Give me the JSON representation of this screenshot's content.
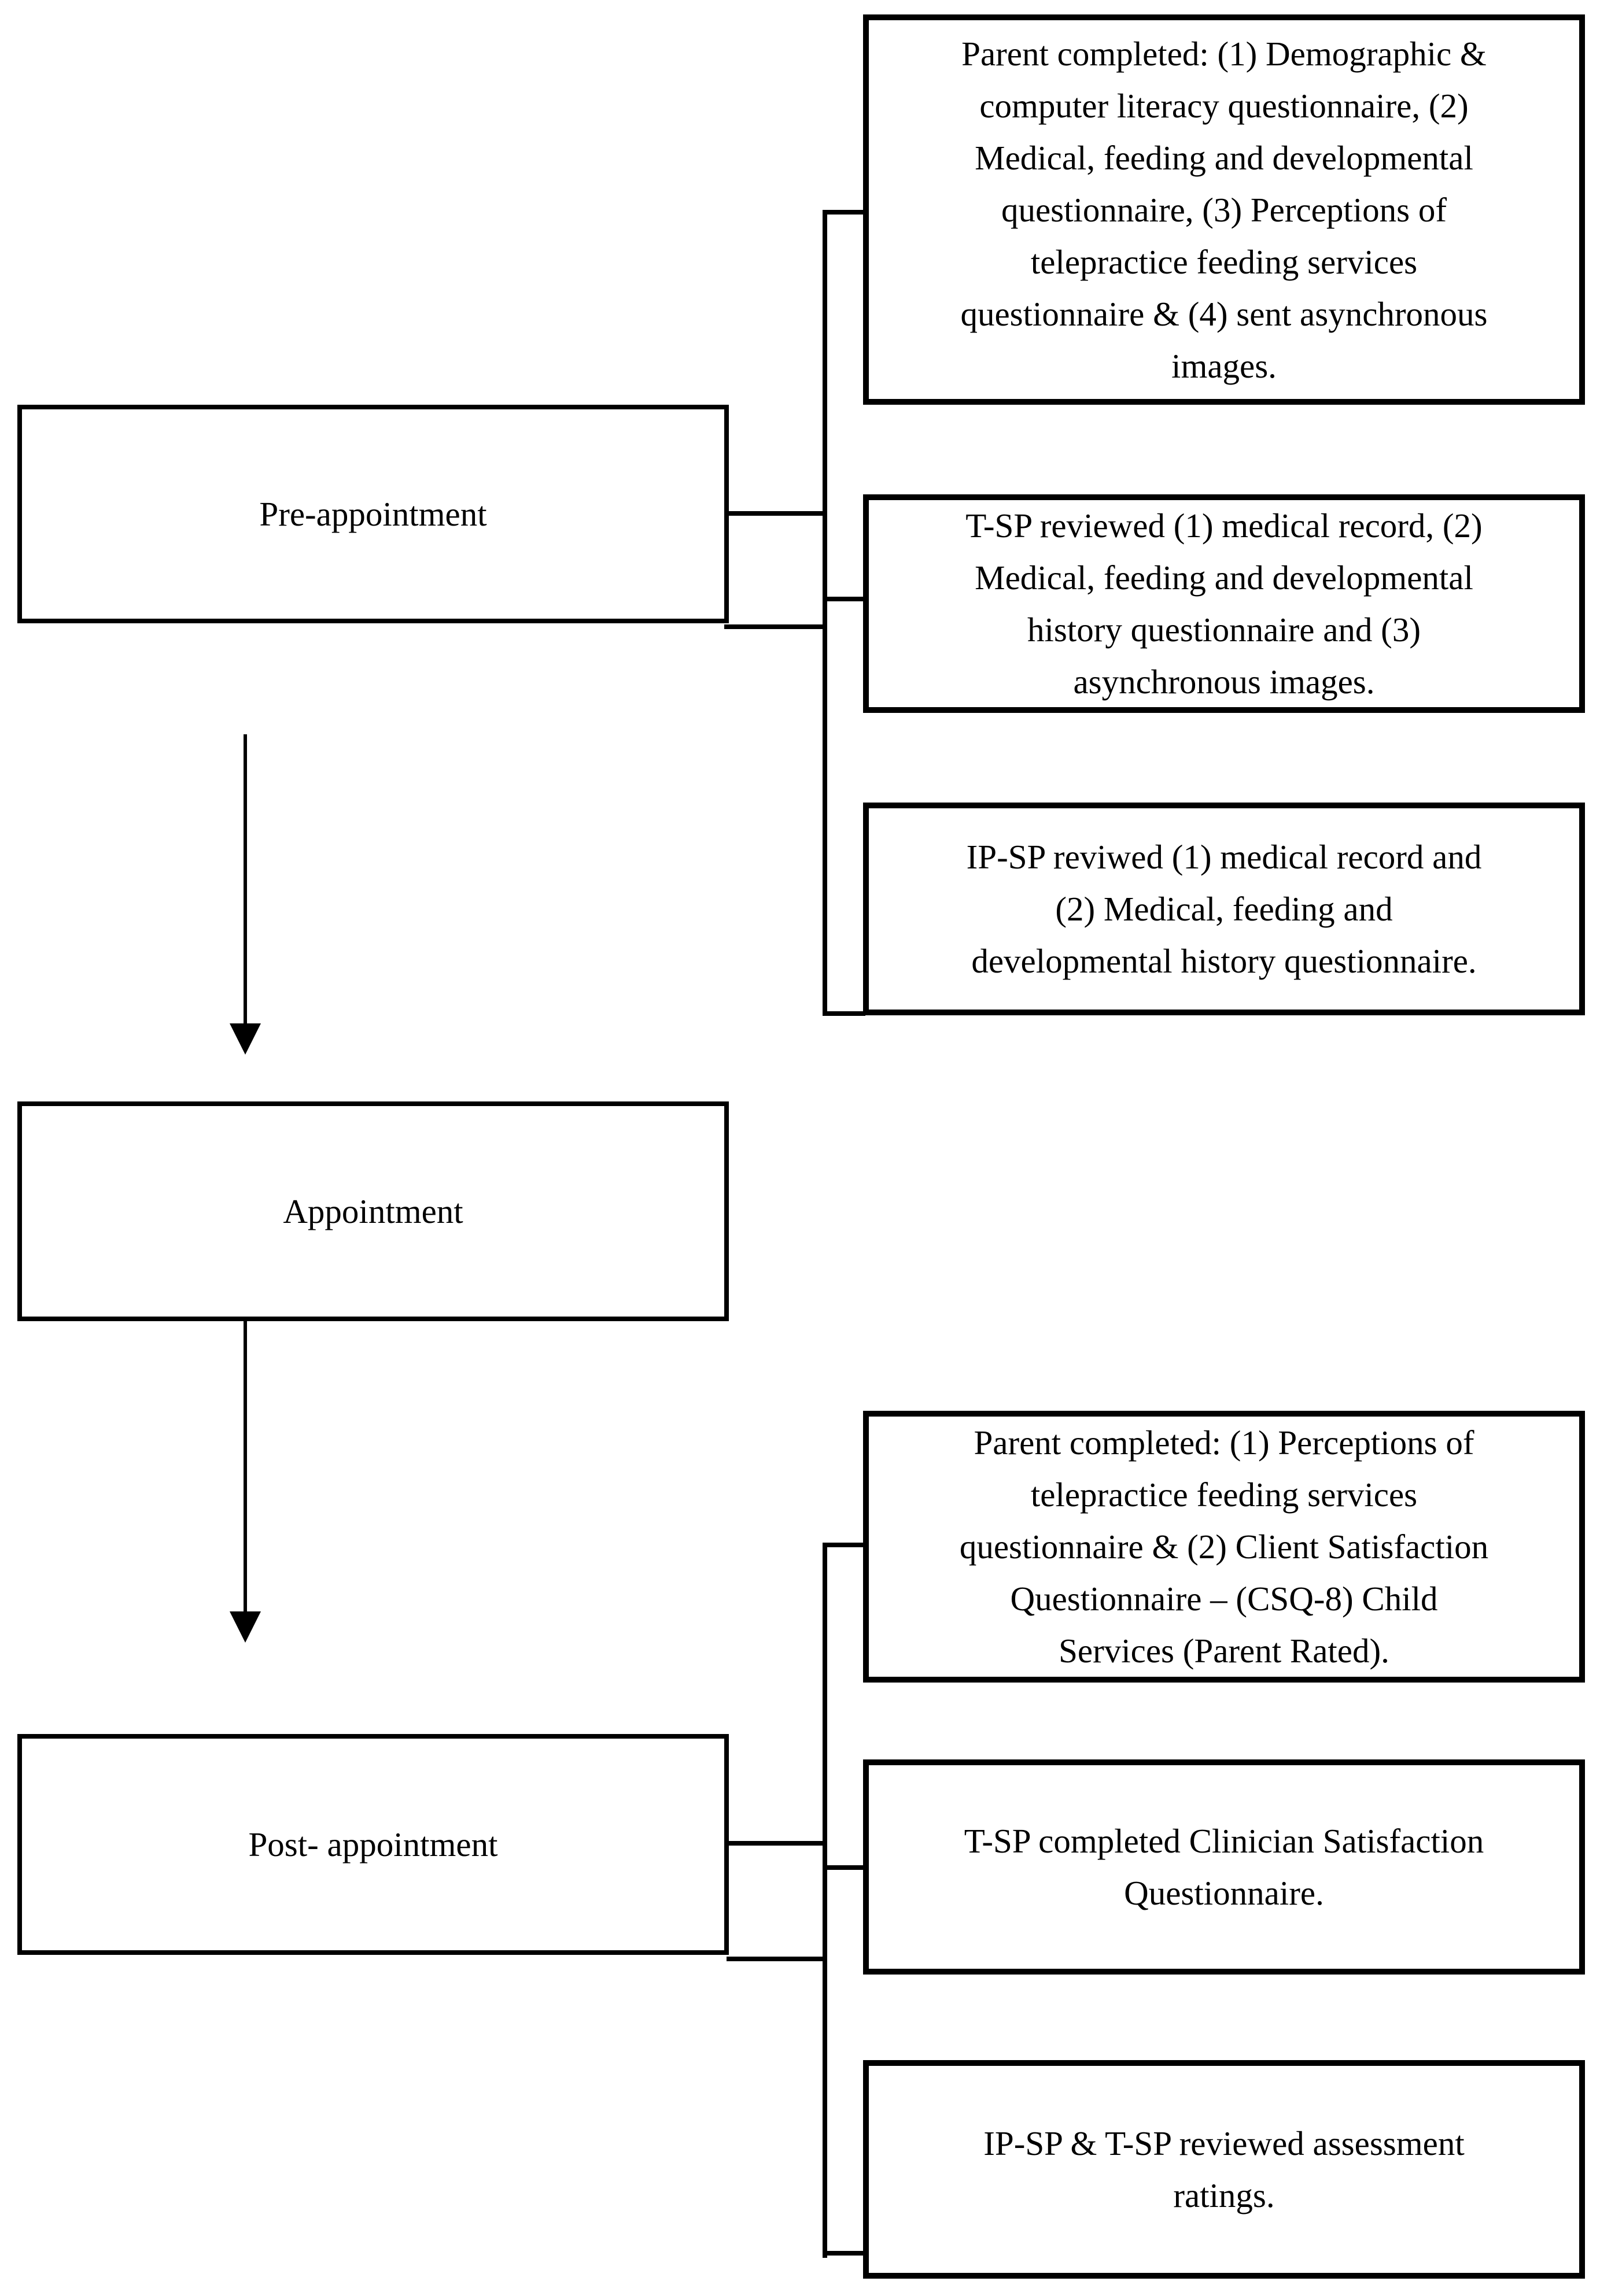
{
  "colors": {
    "ink": "#000000",
    "background": "#ffffff"
  },
  "stages": [
    {
      "label": "Pre-appointment",
      "details": [
        {
          "lines": [
            "Parent completed: (1) Demographic &",
            "computer literacy questionnaire, (2)",
            "Medical, feeding and developmental",
            "questionnaire, (3) Perceptions of",
            "telepractice feeding services",
            "questionnaire & (4) sent asynchronous",
            "images."
          ]
        },
        {
          "lines": [
            "T-SP reviewed (1) medical record, (2)",
            "Medical, feeding and developmental",
            "history questionnaire and (3)",
            "asynchronous images."
          ]
        },
        {
          "lines": [
            "IP-SP reviwed (1) medical record and",
            "(2) Medical, feeding and",
            "developmental history questionnaire."
          ]
        }
      ]
    },
    {
      "label": "Appointment",
      "details": []
    },
    {
      "label": "Post- appointment",
      "details": [
        {
          "lines": [
            "Parent completed: (1) Perceptions of",
            "telepractice feeding services",
            "questionnaire & (2) Client Satisfaction",
            "Questionnaire – (CSQ-8) Child",
            "Services (Parent Rated)."
          ]
        },
        {
          "lines": [
            "T-SP completed Clinician Satisfaction",
            "Questionnaire."
          ]
        },
        {
          "lines": [
            "IP-SP & T-SP reviewed assessment",
            "ratings."
          ]
        }
      ]
    }
  ]
}
